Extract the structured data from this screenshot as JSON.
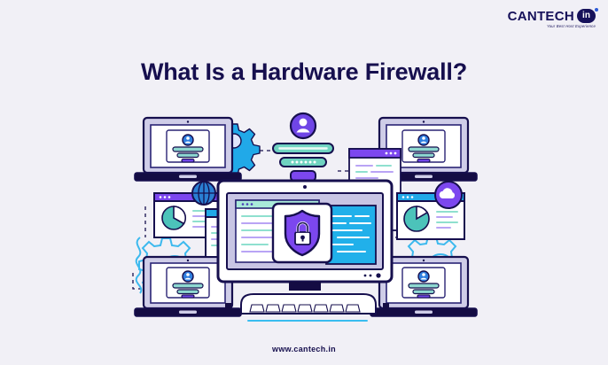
{
  "page": {
    "background_color": "#f1f0f6",
    "title": "What Is a Hardware Firewall?",
    "footer_url": "www.cantech.in"
  },
  "logo": {
    "wordmark": "CANTECH",
    "badge": "in",
    "tagline": "Your Best Host Experience"
  },
  "palette": {
    "navy": "#160f4e",
    "purple": "#6b3fe0",
    "violet": "#7c4dff",
    "cyan": "#29b6f6",
    "sky": "#21b0ea",
    "mint": "#6fd3c0",
    "lavender": "#c8c6e6",
    "white": "#ffffff",
    "background": "#f1f0f6"
  },
  "illustration": {
    "name": "hardware-firewall-network-illustration",
    "description": "Central desktop monitor with a purple shield and padlock, surrounded by laptops showing login screens, analytics windows with pie charts, code documents, a globe, a cloud badge and gear shapes connected by dashed network lines.",
    "elements": [
      {
        "name": "central-monitor",
        "label": "desktop monitor"
      },
      {
        "name": "shield-lock-icon",
        "label": "shield with padlock"
      },
      {
        "name": "login-panel",
        "label": "user login form"
      },
      {
        "name": "avatar-icon",
        "label": "user avatar"
      },
      {
        "name": "laptop-top-left",
        "label": "laptop with login screen"
      },
      {
        "name": "laptop-top-right",
        "label": "laptop with login screen"
      },
      {
        "name": "laptop-bottom-left",
        "label": "laptop with login screen"
      },
      {
        "name": "laptop-bottom-right",
        "label": "laptop with login screen"
      },
      {
        "name": "analytics-window-left",
        "label": "pie chart window"
      },
      {
        "name": "analytics-window-right",
        "label": "pie chart window"
      },
      {
        "name": "code-document-window",
        "label": "code document"
      },
      {
        "name": "globe-icon",
        "label": "globe"
      },
      {
        "name": "cloud-icon",
        "label": "cloud"
      },
      {
        "name": "gear-icon-solid",
        "label": "settings gear"
      },
      {
        "name": "gear-outline-left",
        "label": "outlined gear"
      },
      {
        "name": "gear-outline-right",
        "label": "outlined gear"
      },
      {
        "name": "keyboard",
        "label": "keyboard"
      }
    ]
  }
}
